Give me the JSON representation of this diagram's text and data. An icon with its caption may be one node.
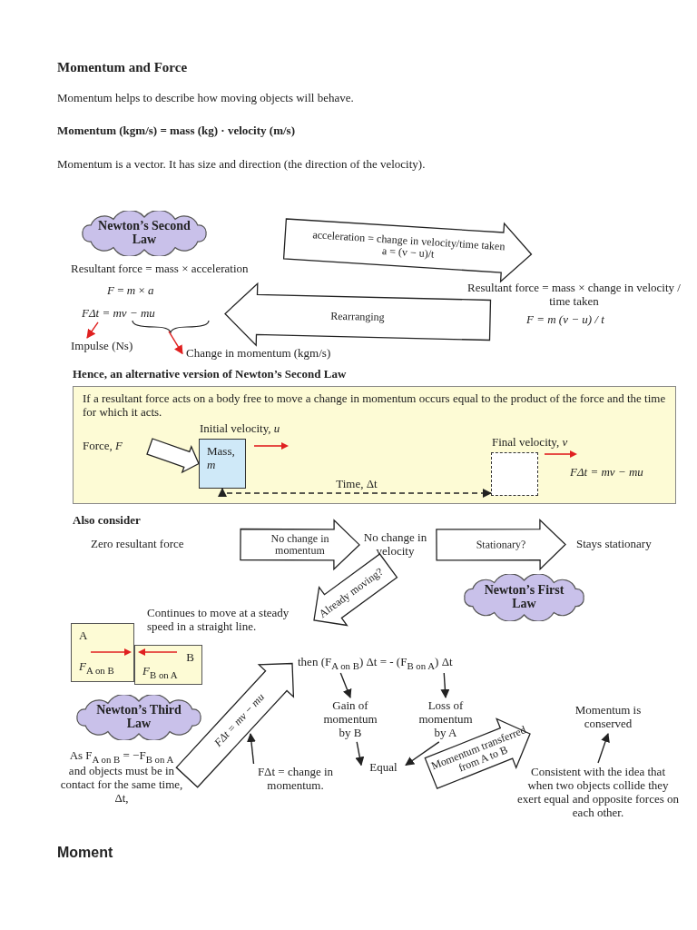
{
  "diagram": {
    "title": "Momentum and Force",
    "nodes": [
      {
        "text": [
          "Newton’s Second Law"
        ]
      },
      {
        "text": [
          "Resultant force = mass × acceleration"
        ]
      },
      {
        "text": [
          "*F* = *m* × *a*"
        ]
      },
      {
        "text": [
          "FΔt = mv − mu"
        ]
      },
      {
        "text": [
          "Impulse (Ns)"
        ]
      },
      {
        "text": [
          "Change in momentum (kgm/s)"
        ]
      },
      {
        "text": [
          "Resultant force = mass × change in velocity / time taken"
        ]
      },
      {
        "text": [
          "F = m (v − u) / t"
        ]
      },
      {
        "text": [
          "If a resultant force acts on a body free to move a change in momentum occurs equal to the product of the force and the time for which it acts."
        ]
      },
      {
        "text": [
          "Force, *F*"
        ],
        "in": 8
      },
      {
        "text": [
          "Mass, *m*"
        ],
        "in": 8,
        "beside": [
          "Initial velocity, *u*"
        ]
      },
      {
        "text": [],
        "shape": "box",
        "in": 8,
        "beside": [
          "Final velocity, *v*"
        ]
      },
      {
        "text": [
          "Zero resultant force"
        ]
      },
      {
        "text": [
          "No change in velocity"
        ]
      },
      {
        "text": [
          "Stays stationary"
        ]
      },
      {
        "text": [
          "Newton’s First Law"
        ]
      },
      {
        "text": [
          "Continues to move at a steady speed in a straight line."
        ]
      },
      {
        "text": [
          "A",
          "*F*$_{A on B}$"
        ]
      },
      {
        "text": [
          "B",
          "*F*$_{B on A}$"
        ]
      },
      {
        "text": [
          "Newton’s Third Law"
        ]
      },
      {
        "text": [
          "As F$_{A on B}$ = −F$_{B on A}$ and objects must be in contact for the same time, Δt,"
        ]
      },
      {
        "text": [
          "then (F$_{A on B}$) Δt = - (F$_{B on A}$) Δt"
        ]
      },
      {
        "text": [
          "FΔt = change in momentum."
        ]
      },
      {
        "text": [
          "Gain of momentum by B"
        ]
      },
      {
        "text": [
          "Loss of momentum by A"
        ]
      },
      {
        "text": [
          "Equal"
        ]
      },
      {
        "text": [
          "Momentum is conserved"
        ]
      },
      {
        "text": [
          "Consistent with the idea that when two objects collide they exert equal and opposite forces on each other."
        ]
      }
    ],
    "edges": [
      {
        "from": 1,
        "to": 6,
        "arrow": "to",
        "label": "acceleration = change in velocity/time taken a = (v − u)/t"
      },
      {
        "from": 7,
        "to": 3,
        "arrow": "to",
        "label": "Rearranging"
      },
      {
        "from": 3,
        "to": 4,
        "arrow": "to",
        "color": "#e02020"
      },
      {
        "from": 3,
        "to": 5,
        "arrow": "to",
        "color": "#e02020"
      },
      {
        "from": 9,
        "to": 10,
        "arrow": "to"
      },
      {
        "from": 10,
        "to": 11,
        "arrow": "both",
        "style": "dashed",
        "label": "Time, Δt"
      },
      {
        "from": 12,
        "to": 13,
        "arrow": "to",
        "label": "No change in momentum"
      },
      {
        "from": 13,
        "to": 14,
        "arrow": "to",
        "label": "Stationary?"
      },
      {
        "from": 13,
        "to": 16,
        "arrow": "to",
        "label": "Already moving?"
      },
      {
        "from": 20,
        "to": 21,
        "arrow": "to",
        "label": "FΔt = mv − mu"
      },
      {
        "from": 22,
        "to": null,
        "arrow": "to"
      },
      {
        "from": 21,
        "to": 23,
        "arrow": "to"
      },
      {
        "from": 21,
        "to": 24,
        "arrow": "to"
      },
      {
        "from": 23,
        "to": 25,
        "arrow": "to"
      },
      {
        "from": 24,
        "to": 25,
        "arrow": "to"
      },
      {
        "from": 25,
        "to": 27,
        "arrow": "to",
        "label": "Momentum transferred from A to B"
      },
      {
        "from": 27,
        "to": 26,
        "arrow": "to"
      }
    ],
    "labels": [
      "Momentum helps to describe how moving objects will behave.",
      "Momentum (kgm/s) = mass (kg) · velocity (m/s)",
      "Momentum is a vector. It has size and direction (the direction of the velocity).",
      "Hence, an alternative version of Newton’s Second Law",
      "FΔt = mv − mu",
      "Also consider",
      "Moment"
    ]
  }
}
